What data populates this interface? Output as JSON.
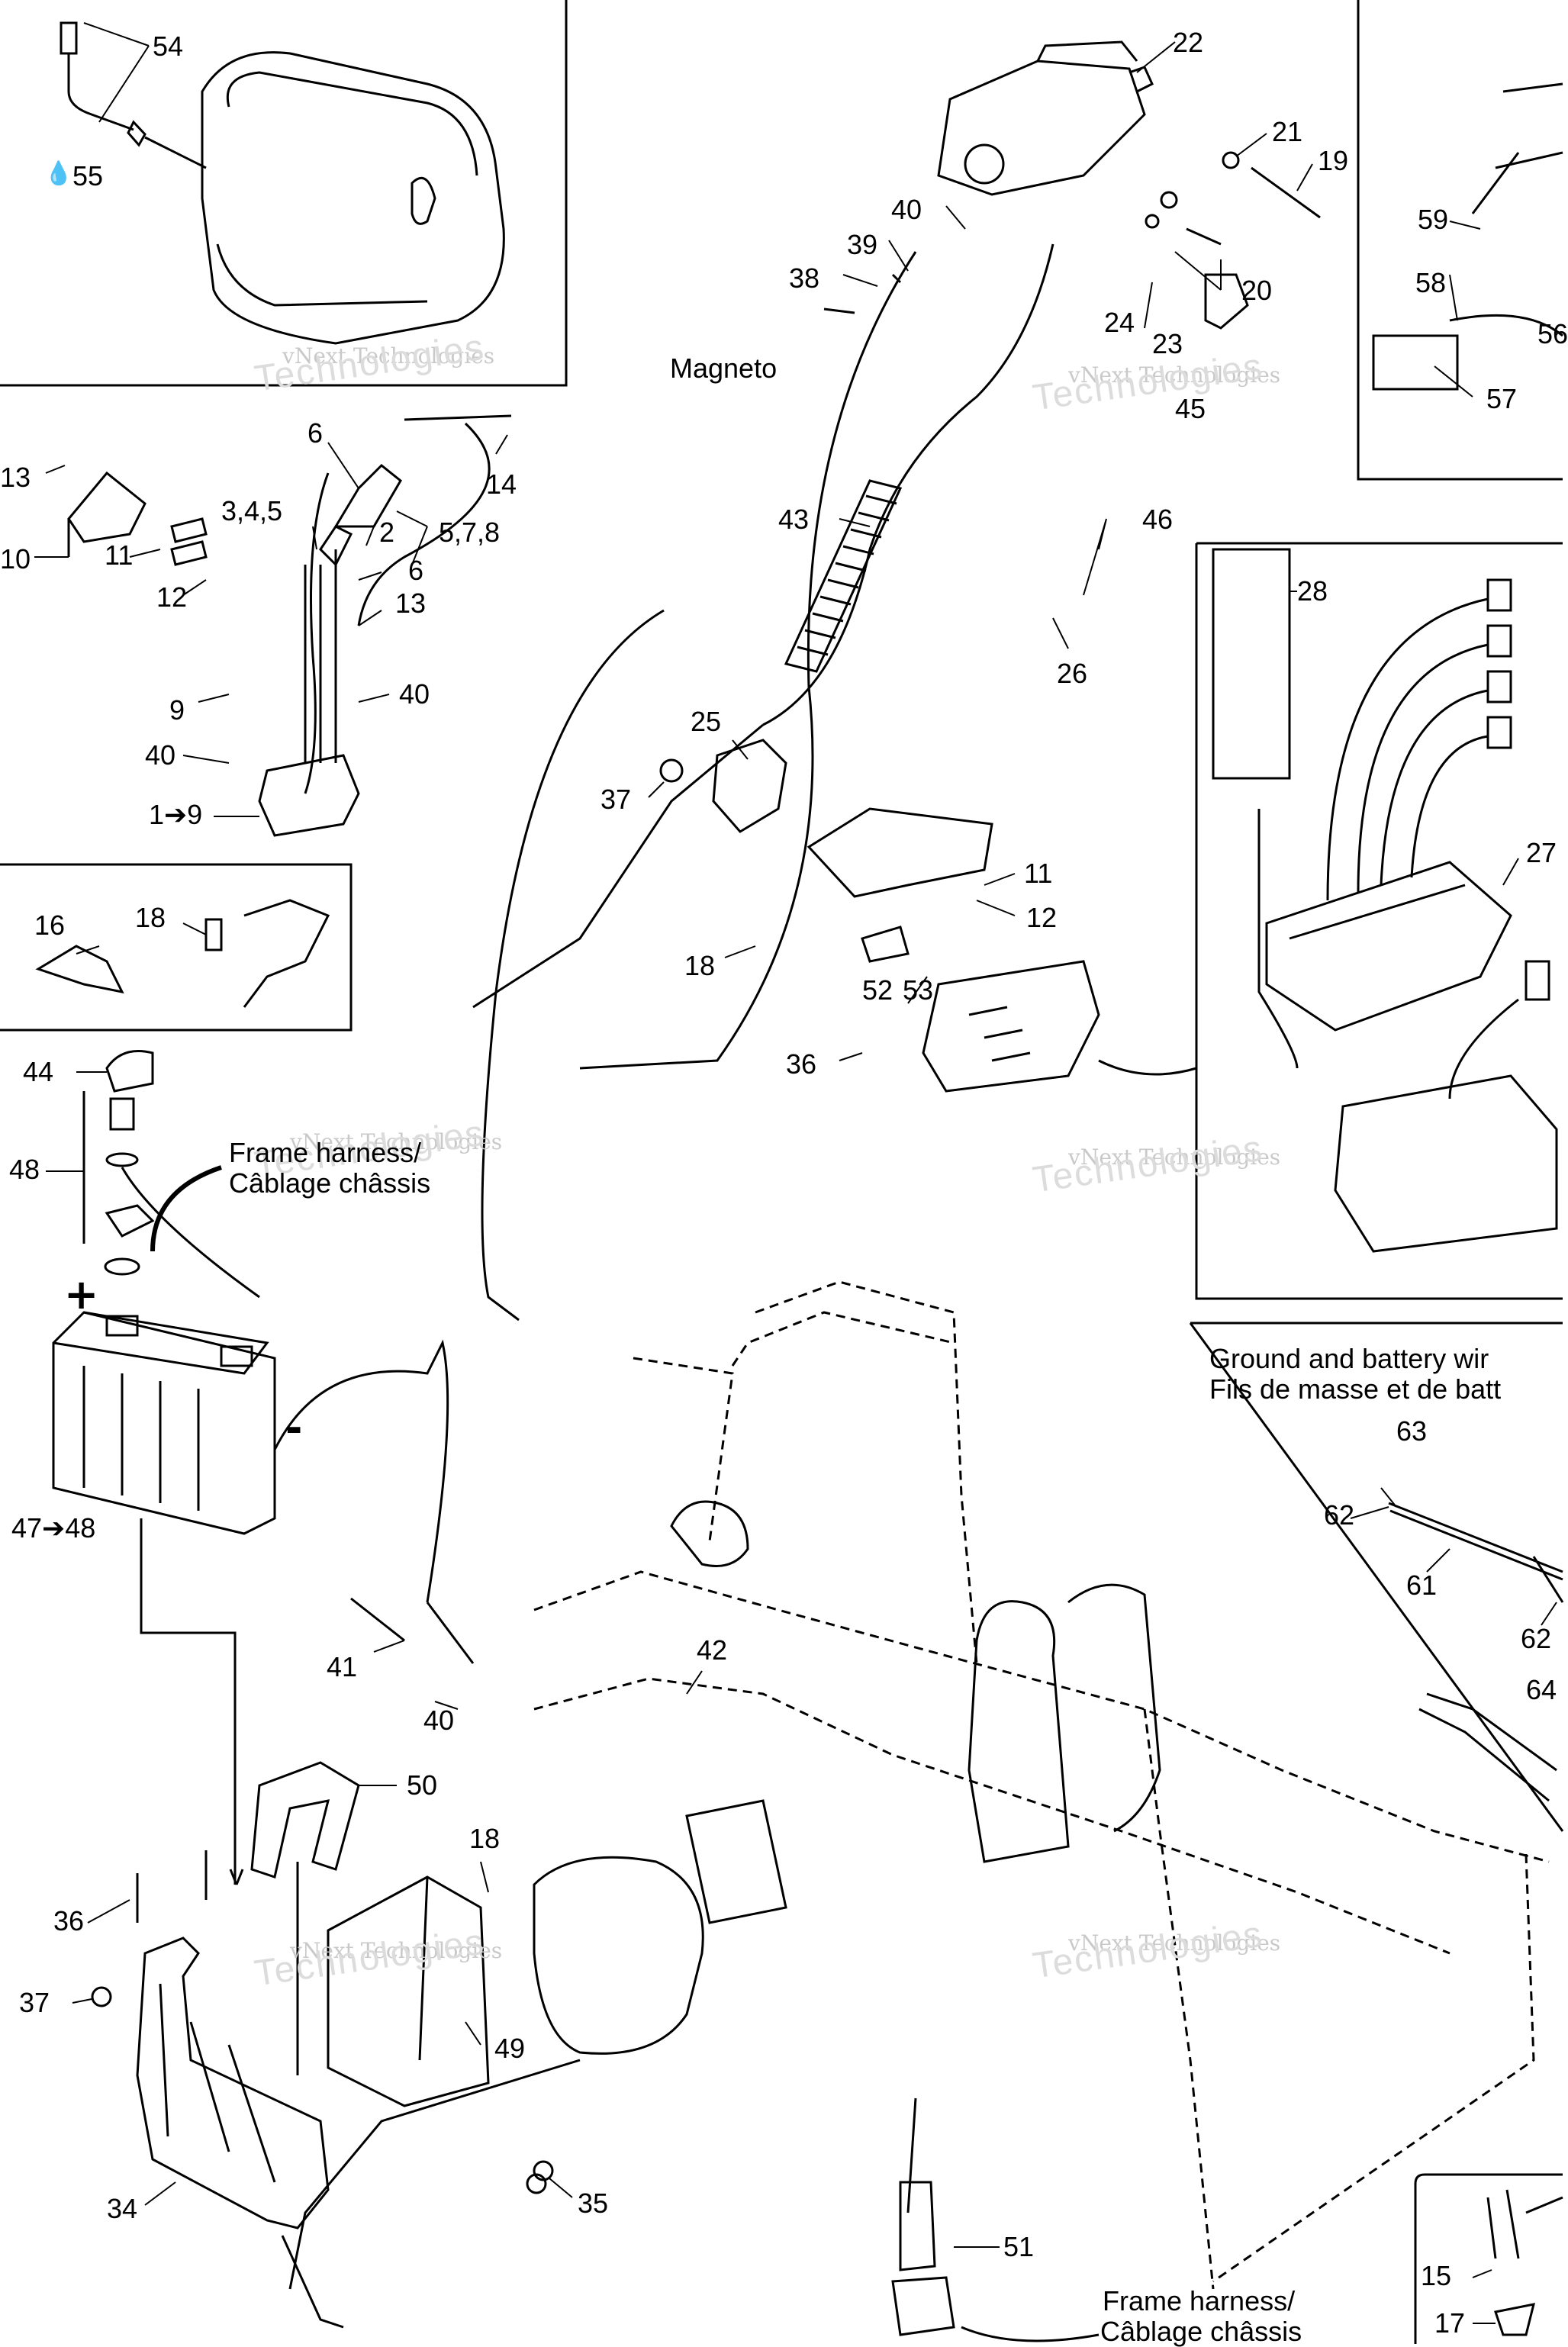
{
  "watermark": {
    "line1": "vNext Technologies",
    "line2": "Technologies"
  },
  "annotations": {
    "magneto": "Magneto",
    "frame_harness_1": "Frame harness/",
    "frame_harness_2": "Câblage châssis",
    "frame_harness_b1": "Frame harness/",
    "frame_harness_b2": "Câblage châssis",
    "ground_1": "Ground and battery wir",
    "ground_2": "Fils de masse et de batt",
    "plus_symbol": "+",
    "minus_symbol": "-",
    "drop_symbol": "💧"
  },
  "callouts": {
    "c54": "54",
    "c55": "55",
    "c22": "22",
    "c21": "21",
    "c19": "19",
    "c40a": "40",
    "c39": "39",
    "c38": "38",
    "c20": "20",
    "c24": "24",
    "c23": "23",
    "c45": "45",
    "c59": "59",
    "c58": "58",
    "c56": "56",
    "c57": "57",
    "c6a": "6",
    "c14": "14",
    "c13a": "13",
    "c10": "10",
    "c11a": "11",
    "c12a": "12",
    "c345": "3,4,5",
    "c2": "2",
    "c578": "5,7,8",
    "c6b": "6",
    "c13b": "13",
    "c43": "43",
    "c46": "46",
    "c28": "28",
    "c26": "26",
    "c9": "9",
    "c40b": "40",
    "c40c": "40",
    "c1to9": "1➔9",
    "c25": "25",
    "c37a": "37",
    "c11b": "11",
    "c12b": "12",
    "c27": "27",
    "c16": "16",
    "c18a": "18",
    "c18b": "18",
    "c52": "52",
    "c53": "53",
    "c36a": "36",
    "c44": "44",
    "c48": "48",
    "c47to48": "47➔48",
    "c63": "63",
    "c62a": "62",
    "c61": "61",
    "c62b": "62",
    "c64": "64",
    "c41": "41",
    "c42": "42",
    "c40d": "40",
    "c50": "50",
    "c18c": "18",
    "c36b": "36",
    "c37b": "37",
    "c49": "49",
    "c34": "34",
    "c35": "35",
    "c51": "51",
    "c15": "15",
    "c17": "17"
  }
}
